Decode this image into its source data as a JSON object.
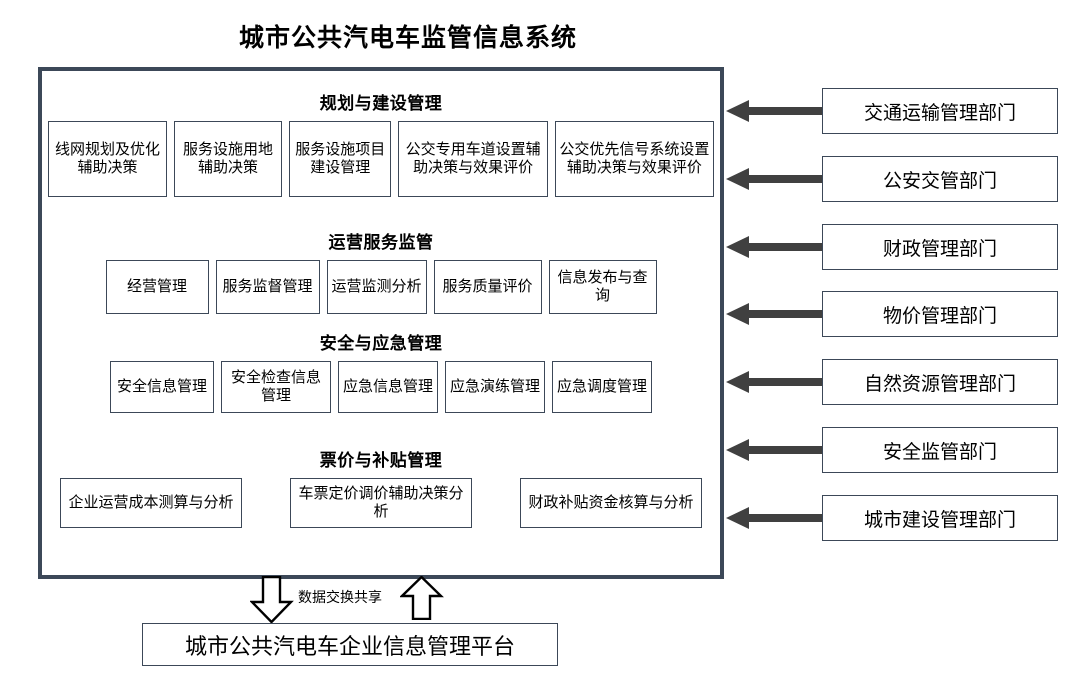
{
  "title": "城市公共汽电车监管信息系统",
  "system": {
    "sections": [
      {
        "title": "规划与建设管理",
        "modules": [
          "线网规划及优化辅助决策",
          "服务设施用地辅助决策",
          "服务设施项目建设管理",
          "公交专用车道设置辅助决策与效果评价",
          "公交优先信号系统设置辅助决策与效果评价"
        ]
      },
      {
        "title": "运营服务监管",
        "modules": [
          "经营管理",
          "服务监督管理",
          "运营监测分析",
          "服务质量评价",
          "信息发布与查询"
        ]
      },
      {
        "title": "安全与应急管理",
        "modules": [
          "安全信息管理",
          "安全检查信息管理",
          "应急信息管理",
          "应急演练管理",
          "应急调度管理"
        ]
      },
      {
        "title": "票价与补贴管理",
        "modules": [
          "企业运营成本测算与分析",
          "车票定价调价辅助决策分析",
          "财政补贴资金核算与分析"
        ]
      }
    ]
  },
  "stakeholders": [
    "交通运输管理部门",
    "公安交管部门",
    "财政管理部门",
    "物价管理部门",
    "自然资源管理部门",
    "安全监管部门",
    "城市建设管理部门"
  ],
  "bottom": {
    "exchange_label": "数据交换共享",
    "platform": "城市公共汽电车企业信息管理平台"
  },
  "colors": {
    "frame": "#3c4858",
    "arrow": "#404040",
    "background": "#ffffff",
    "text": "#000000"
  }
}
